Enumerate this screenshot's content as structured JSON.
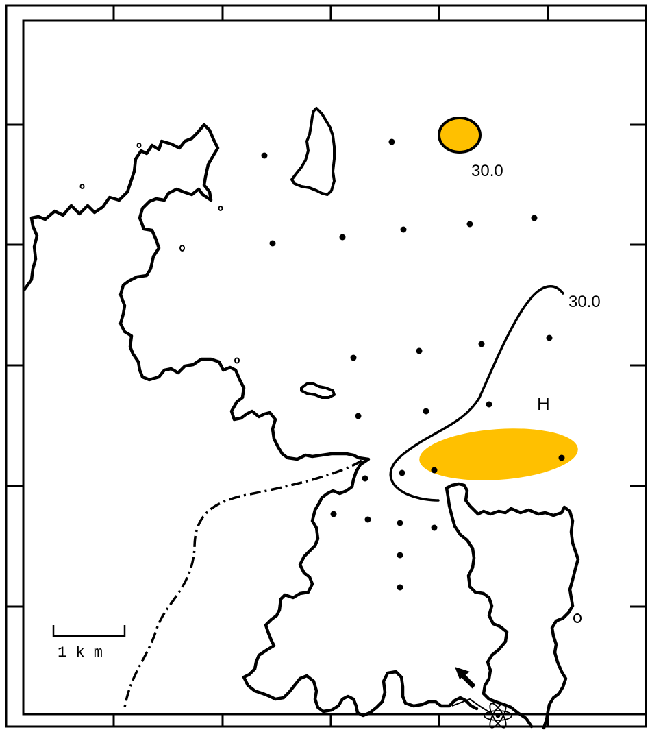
{
  "map": {
    "contour_label_top": "30.0",
    "contour_label_right": "30.0",
    "high_label": "H",
    "scale_label": "1 k m",
    "icons": [
      "atom-icon",
      "arrow-icon"
    ],
    "colors": {
      "highlight": "#FFC000",
      "line": "#000000"
    }
  }
}
